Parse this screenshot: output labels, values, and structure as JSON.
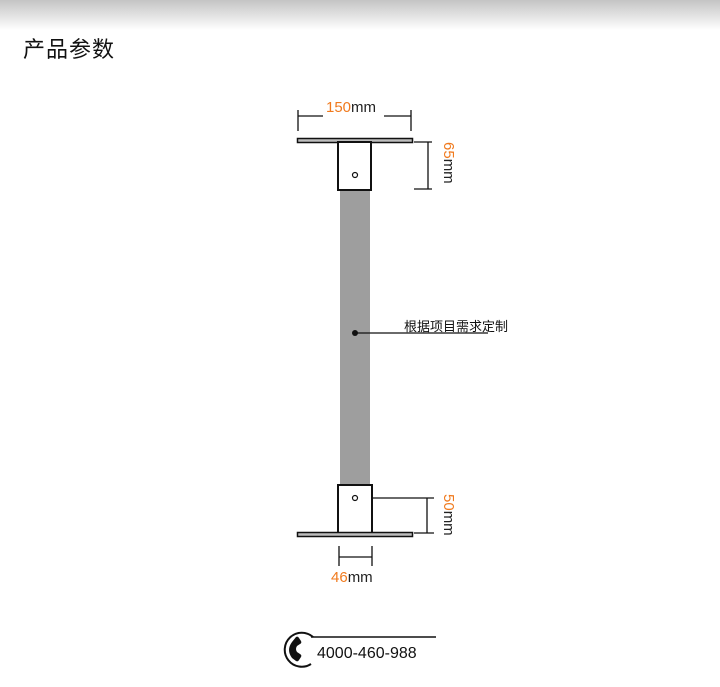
{
  "header": {
    "title": "产品参数"
  },
  "diagram": {
    "top_width": {
      "value": "150",
      "unit": "mm"
    },
    "top_height": {
      "value": "65",
      "unit": "mm"
    },
    "bottom_height": {
      "value": "50",
      "unit": "mm"
    },
    "bracket_width": {
      "value": "46",
      "unit": "mm"
    },
    "rod_note": "根据项目需求定制",
    "colors": {
      "accent": "#f07a1e",
      "rod": "#9e9e9e",
      "line": "#111111"
    }
  },
  "contact": {
    "phone_icon": "phone-icon",
    "phone": "4000-460-988"
  }
}
